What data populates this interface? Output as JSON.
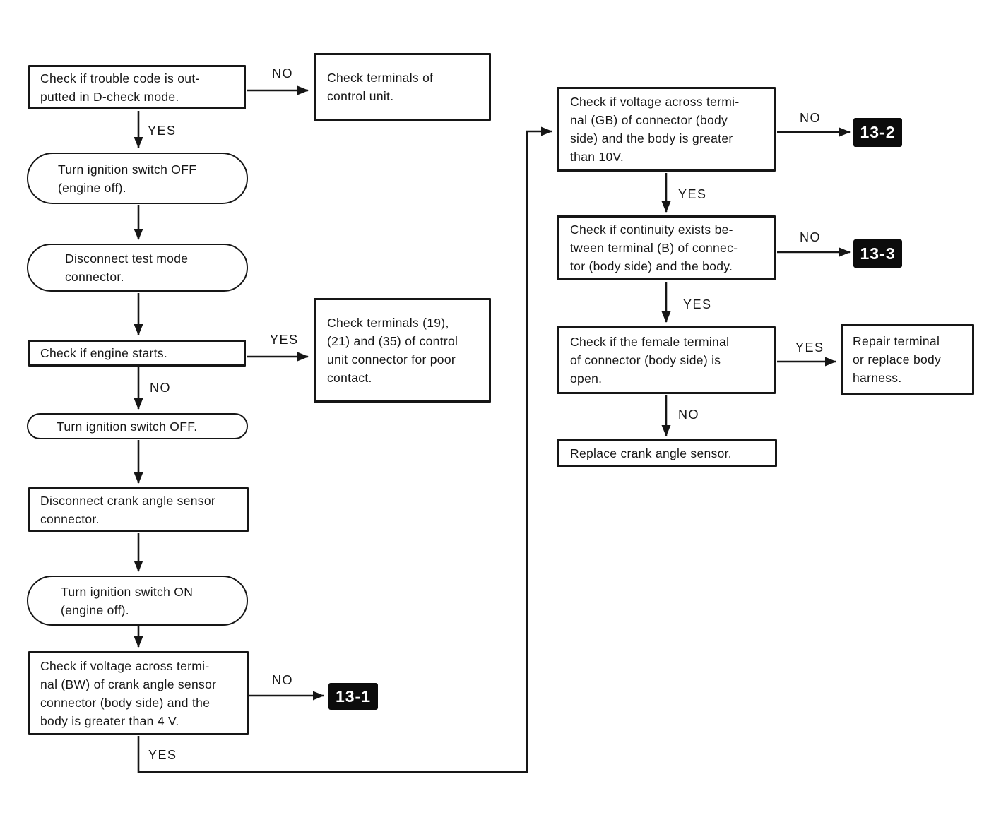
{
  "page": {
    "background_color": "#ffffff",
    "ink_color": "#161616",
    "badge_bg_color": "#0c0c0c",
    "badge_text_color": "#ffffff"
  },
  "flowchart": {
    "nodes": {
      "trouble_code": {
        "shape": "rect",
        "label": "Check if trouble code is out-\nputted in D-check mode."
      },
      "check_terminals_cu": {
        "shape": "rect",
        "label": "Check terminals of\ncontrol unit."
      },
      "ignition_off_engine_off": {
        "shape": "stadium",
        "label": "Turn ignition switch OFF\n(engine off)."
      },
      "disconnect_test_mode": {
        "shape": "stadium",
        "label": "Disconnect test mode\nconnector."
      },
      "engine_starts": {
        "shape": "rect",
        "label": "Check if engine starts."
      },
      "check_terminals_19_21_35": {
        "shape": "rect",
        "label": "Check terminals (19),\n(21) and (35) of control\nunit connector for poor\ncontact."
      },
      "ignition_off": {
        "shape": "stadium",
        "label": "Turn ignition switch OFF."
      },
      "disconnect_crank_sensor": {
        "shape": "rect",
        "label": "Disconnect crank angle sensor\nconnector."
      },
      "ignition_on": {
        "shape": "stadium",
        "label": "Turn ignition switch ON\n(engine off)."
      },
      "voltage_bw": {
        "shape": "rect",
        "label": "Check if voltage across termi-\nnal (BW) of crank angle sensor\nconnector (body side) and the\nbody is greater than 4 V."
      },
      "voltage_gb": {
        "shape": "rect",
        "label": "Check if voltage across termi-\nnal (GB) of connector (body\nside) and the body is greater\nthan 10V."
      },
      "continuity_b": {
        "shape": "rect",
        "label": "Check if continuity exists be-\ntween terminal (B) of connec-\ntor (body side) and the body."
      },
      "female_terminal_open": {
        "shape": "rect",
        "label": "Check if the female terminal\nof connector (body side) is\nopen."
      },
      "repair_terminal": {
        "shape": "rect",
        "label": "Repair terminal\nor replace body\nharness."
      },
      "replace_crank_sensor": {
        "shape": "rect",
        "label": "Replace crank angle sensor."
      }
    },
    "edge_labels": {
      "trouble_code_no": "NO",
      "trouble_code_yes": "YES",
      "engine_starts_yes": "YES",
      "engine_starts_no": "NO",
      "voltage_bw_no": "NO",
      "voltage_bw_yes": "YES",
      "voltage_gb_no": "NO",
      "voltage_gb_yes": "YES",
      "continuity_b_no": "NO",
      "continuity_b_yes": "YES",
      "female_terminal_yes": "YES",
      "female_terminal_no": "NO"
    },
    "badges": {
      "ref_13_1": "13-1",
      "ref_13_2": "13-2",
      "ref_13_3": "13-3"
    }
  }
}
